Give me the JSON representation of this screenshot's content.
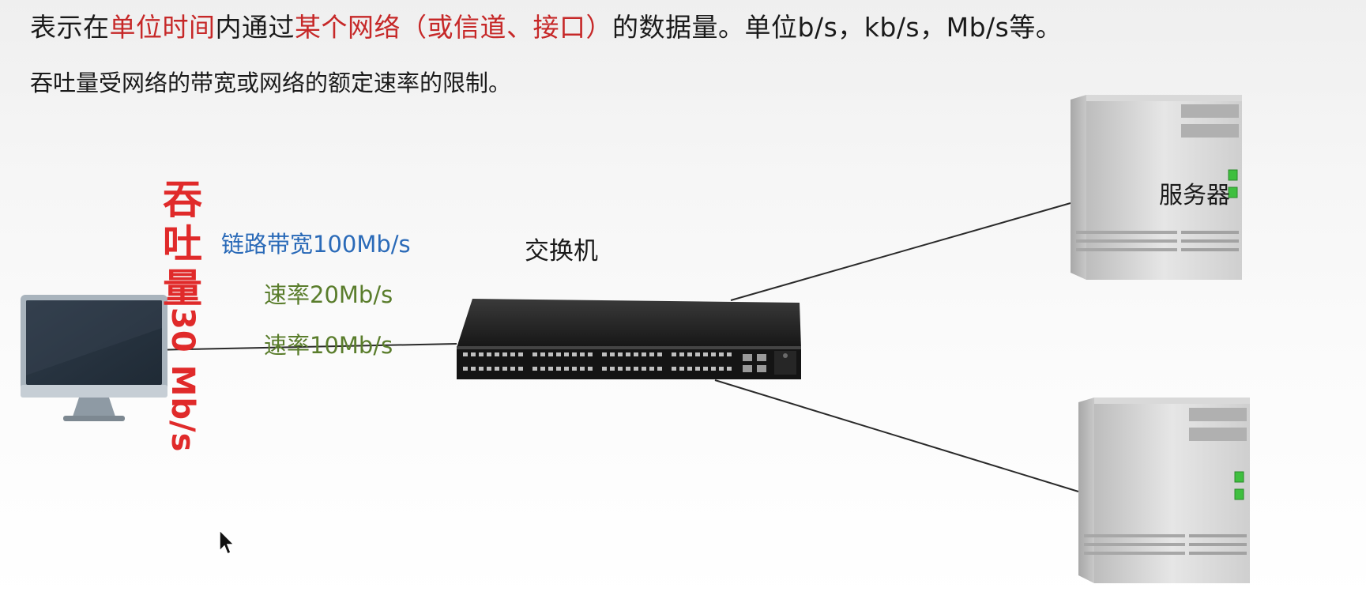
{
  "heading": {
    "p1": "表示在",
    "p2": "单位时间",
    "p3": "内通过",
    "p4": "某个网络（或信道、接口）",
    "p5": "的数据量。单位b/s，kb/s，Mb/s等。"
  },
  "subheading": "吞吐量受网络的带宽或网络的额定速率的限制。",
  "diagram": {
    "switch_label": "交换机",
    "server_label": "服务器",
    "link_bandwidth": "链路带宽100Mb/s",
    "rate_1": "速率20Mb/s",
    "rate_2": "速率10Mb/s",
    "throughput_chars": [
      "吞",
      "吐",
      "量"
    ],
    "throughput_value": "30 Mb/s"
  },
  "colors": {
    "highlight_red": "#c62828",
    "throughput_red": "#e02a2a",
    "bandwidth_blue": "#2a6ab8",
    "rate_green": "#5a7d2c"
  },
  "icons": [
    "computer-monitor-icon",
    "network-switch-icon",
    "server-tower-icon"
  ]
}
